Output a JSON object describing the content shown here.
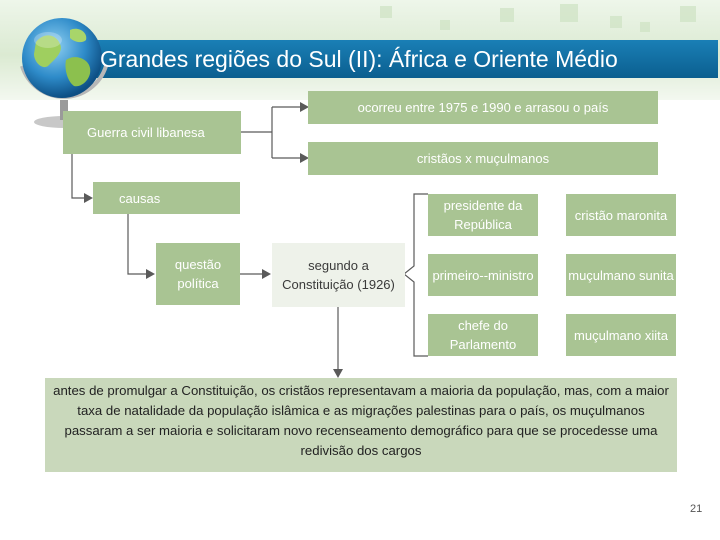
{
  "title": "Grandes regiões do Sul (II): África e Oriente Médio",
  "diagram": {
    "root": "Guerra civil libanesa",
    "fact_1": "ocorreu entre 1975 e 1990 e arrasou o país",
    "fact_2": "cristãos x muçulmanos",
    "causes": "causas",
    "political_question": "questão política",
    "constitution": "segundo a Constituição (1926)",
    "roles": [
      {
        "position": "presidente da República",
        "group": "cristão maronita"
      },
      {
        "position": "primeiro--ministro",
        "group": "muçulmano sunita"
      },
      {
        "position": "chefe do Parlamento",
        "group": "muçulmano xiita"
      }
    ]
  },
  "explanation": "antes de promulgar a Constituição, os cristãos representavam a maioria da população, mas, com a maior taxa de natalidade da população islâmica e as migrações palestinas para o país, os muçulmanos passaram a ser maioria e solicitaram novo recenseamento demográfico para que se procedesse uma redivisão dos cargos",
  "page_number": "21",
  "colors": {
    "title_bar": "#0b6fa4",
    "box_green": "#a9c493",
    "box_light": "#eef2ea",
    "paragraph_bg": "#c9d8bb",
    "connector": "#5a5a5a"
  }
}
